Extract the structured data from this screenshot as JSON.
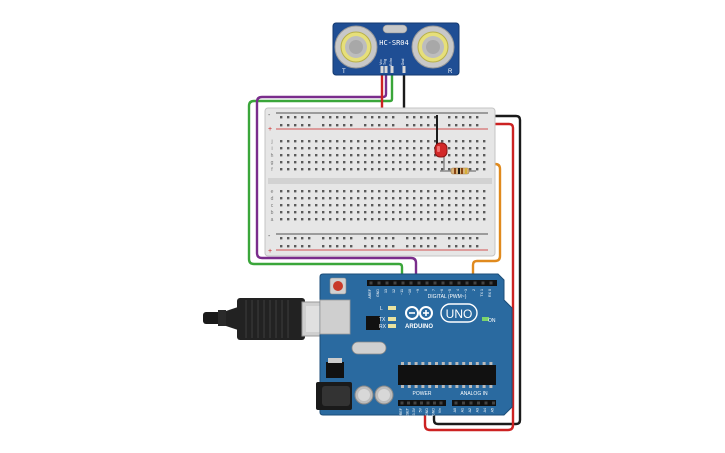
{
  "sensor": {
    "model": "HC-SR04",
    "pin_labels": [
      "Vcc",
      "Trig",
      "Echo",
      "Gnd"
    ],
    "corner_left": "T",
    "corner_right": "R"
  },
  "breadboard": {
    "rail_plus": "+",
    "rail_minus": "-",
    "row_letters_top": [
      "j",
      "i",
      "h",
      "g",
      "f"
    ],
    "row_letters_bottom": [
      "e",
      "d",
      "c",
      "b",
      "a"
    ],
    "column_count": 30
  },
  "arduino": {
    "brand": "ARDUINO",
    "model": "UNO",
    "digital_label": "DIGITAL (PWM~)",
    "power_label": "POWER",
    "analog_label": "ANALOG IN",
    "on_label": "ON",
    "tx_label": "TX",
    "rx_label": "RX",
    "l_label": "L",
    "top_pins": [
      "AREF",
      "GND",
      "13",
      "12",
      "~11",
      "~10",
      "~9",
      "8",
      "7",
      "~6",
      "~5",
      "4",
      "~3",
      "2",
      "TX 1",
      "RX 0"
    ],
    "power_pins": [
      "IOREF",
      "RESET",
      "3.3V",
      "5V",
      "GND",
      "GND",
      "Vin"
    ],
    "analog_pins": [
      "A0",
      "A1",
      "A2",
      "A3",
      "A4",
      "A5"
    ]
  },
  "colors": {
    "sensor_board": "#1f4e94",
    "breadboard": "#e6e6e6",
    "arduino_board": "#2a6aa0",
    "wire_green": "#3aa63a",
    "wire_purple": "#7a2d8c",
    "wire_black": "#1a1a1a",
    "wire_red": "#cc2222",
    "wire_orange": "#e08a1e",
    "led_red": "#d22828"
  }
}
